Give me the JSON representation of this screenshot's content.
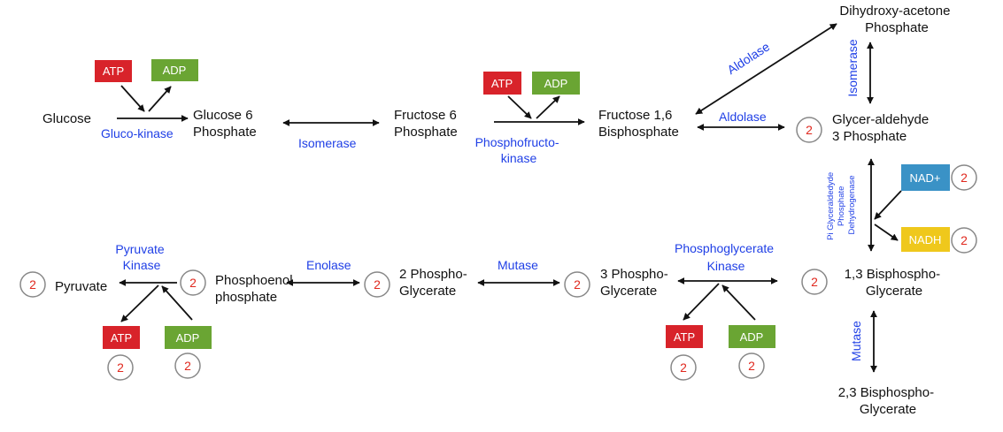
{
  "colors": {
    "text": "#111111",
    "enzyme": "#1f3fe6",
    "atp": "#d8232a",
    "adp": "#6aa533",
    "nad_plus": "#3a92c6",
    "nadh": "#efc81c",
    "count_ring": "#888888",
    "count_text": "#e0281e",
    "arrow": "#111111"
  },
  "metabolites": {
    "glucose": "Glucose",
    "glucose_6_phosphate": [
      "Glucose 6",
      "Phosphate"
    ],
    "fructose_6_phosphate": [
      "Fructose 6",
      "Phosphate"
    ],
    "fructose_1_6_bisphosphate": [
      "Fructose 1,6",
      "Bisphosphate"
    ],
    "dihydroxyacetone_phosphate": [
      "Dihydroxy-acetone",
      "Phosphate"
    ],
    "glyceraldehyde_3_phosphate": [
      "Glycer-aldehyde",
      "3 Phosphate"
    ],
    "bisphosphoglycerate_1_3": [
      "1,3 Bisphospho-",
      "Glycerate"
    ],
    "bisphosphoglycerate_2_3": [
      "2,3 Bisphospho-",
      "Glycerate"
    ],
    "phosphoglycerate_3": [
      "3 Phospho-",
      "Glycerate"
    ],
    "phosphoglycerate_2": [
      "2 Phospho-",
      "Glycerate"
    ],
    "phosphoenolpyruvate": [
      "Phosphoenol",
      "phosphate"
    ],
    "pyruvate": "Pyruvate"
  },
  "enzymes": {
    "glucokinase": "Gluco-kinase",
    "isomerase_1": "Isomerase",
    "phosphofructokinase": [
      "Phosphofructo-",
      "kinase"
    ],
    "aldolase_upper": "Aldolase",
    "aldolase_lower": "Aldolase",
    "isomerase_2": "Isomerase",
    "g3p_dehydrogenase": [
      "Pi Glyceraldedyde",
      "Phosphate",
      "Dehydrogenase"
    ],
    "mutase_vertical": "Mutase",
    "phosphoglycerate_kinase": [
      "Phosphoglycerate",
      "Kinase"
    ],
    "mutase_horizontal": "Mutase",
    "enolase": "Enolase",
    "pyruvate_kinase": [
      "Pyruvate",
      "Kinase"
    ]
  },
  "cofactors": {
    "atp": "ATP",
    "adp": "ADP",
    "nad_plus": "NAD+",
    "nadh": "NADH"
  },
  "stoichiometry": "2"
}
